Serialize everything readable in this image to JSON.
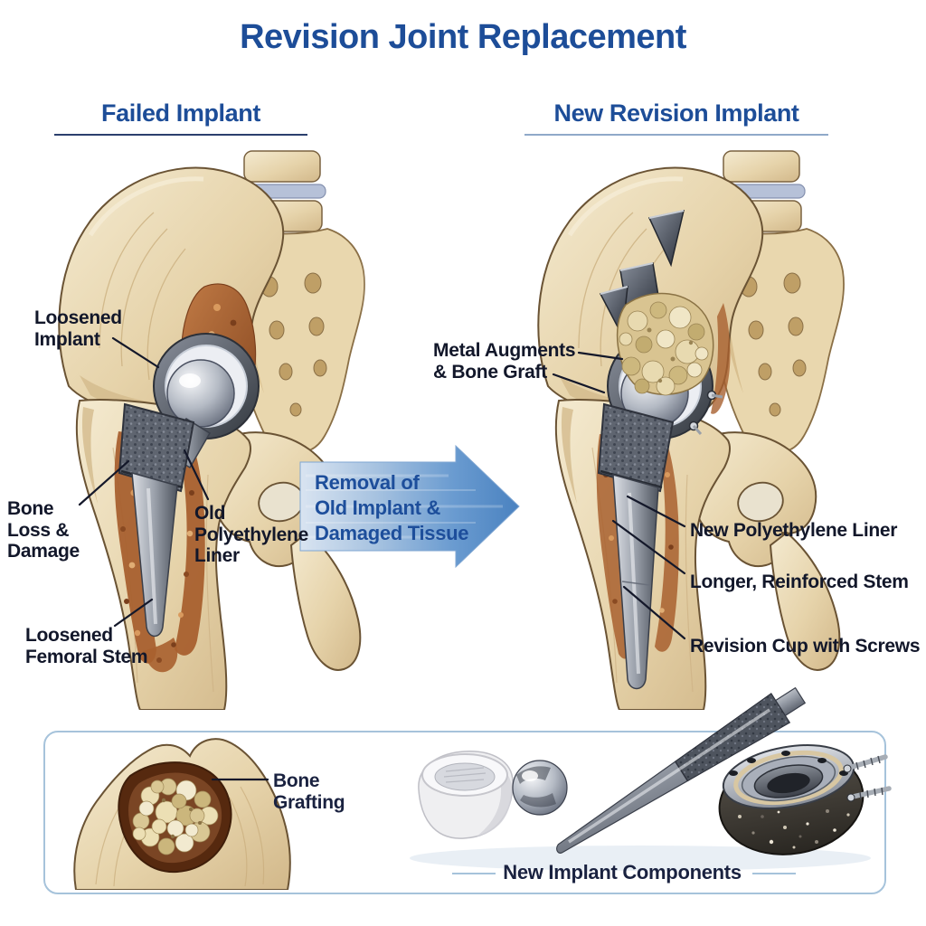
{
  "title": "Revision Joint Replacement",
  "panels": {
    "failed": {
      "heading": "Failed Implant",
      "labels": {
        "loosened_implant": "Loosened\nImplant",
        "bone_loss": "Bone\nLoss &\nDamage",
        "old_liner": "Old\nPolyethylene\nLiner",
        "loosened_stem": "Loosened\nFemoral Stem"
      }
    },
    "revision": {
      "heading": "New Revision Implant",
      "labels": {
        "metal_augments": "Metal Augments\n& Bone Graft",
        "new_liner": "New Polyethylene Liner",
        "longer_stem": "Longer, Reinforced Stem",
        "revision_cup": "Revision Cup with Screws"
      }
    }
  },
  "arrow": {
    "label": "Removal of\nOld Implant &\nDamaged Tissue"
  },
  "bottom_panel": {
    "bone_grafting_label": "Bone\nGrafting",
    "caption": "New Implant Components"
  },
  "colors": {
    "title_blue": "#1d4d98",
    "label_ink": "#12172a",
    "caption_navy": "#1a2240",
    "arrow_blue_light": "#d9e4f1",
    "arrow_blue_dark": "#4a82c0",
    "panel_border": "#a6c3db",
    "bone": "#e6d3aa",
    "damaged_tissue": "#a8602f",
    "metal": "#9aa0aa",
    "bone_graft": "#ddc99a"
  }
}
